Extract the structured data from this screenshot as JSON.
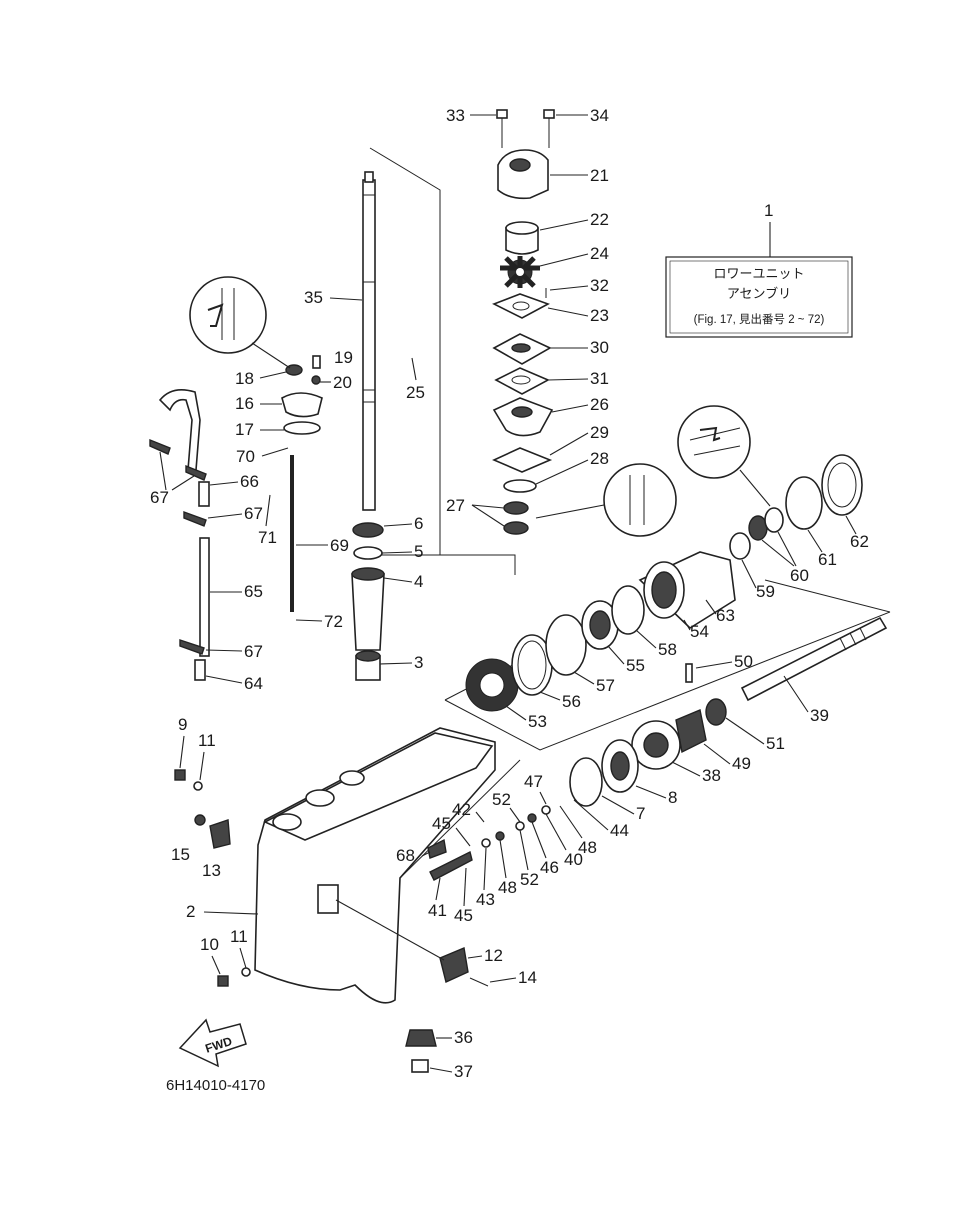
{
  "figure_code": "6H14010-4170",
  "fwd_label": "FWD",
  "assembly_box": {
    "number": "1",
    "line1": "ロワーユニット",
    "line2": "アセンブリ",
    "line3": "(Fig. 17, 見出番号 2 ~ 72)"
  },
  "callouts": [
    {
      "id": "2",
      "label": "2"
    },
    {
      "id": "3",
      "label": "3"
    },
    {
      "id": "4",
      "label": "4"
    },
    {
      "id": "5",
      "label": "5"
    },
    {
      "id": "6",
      "label": "6"
    },
    {
      "id": "7",
      "label": "7"
    },
    {
      "id": "8",
      "label": "8"
    },
    {
      "id": "9",
      "label": "9"
    },
    {
      "id": "10",
      "label": "10"
    },
    {
      "id": "11a",
      "label": "11"
    },
    {
      "id": "11b",
      "label": "11"
    },
    {
      "id": "12",
      "label": "12"
    },
    {
      "id": "13",
      "label": "13"
    },
    {
      "id": "14",
      "label": "14"
    },
    {
      "id": "15",
      "label": "15"
    },
    {
      "id": "16",
      "label": "16"
    },
    {
      "id": "17",
      "label": "17"
    },
    {
      "id": "18",
      "label": "18"
    },
    {
      "id": "19",
      "label": "19"
    },
    {
      "id": "20",
      "label": "20"
    },
    {
      "id": "21",
      "label": "21"
    },
    {
      "id": "22",
      "label": "22"
    },
    {
      "id": "23",
      "label": "23"
    },
    {
      "id": "24",
      "label": "24"
    },
    {
      "id": "25",
      "label": "25"
    },
    {
      "id": "26",
      "label": "26"
    },
    {
      "id": "27",
      "label": "27"
    },
    {
      "id": "28",
      "label": "28"
    },
    {
      "id": "29",
      "label": "29"
    },
    {
      "id": "30",
      "label": "30"
    },
    {
      "id": "31",
      "label": "31"
    },
    {
      "id": "32",
      "label": "32"
    },
    {
      "id": "33",
      "label": "33"
    },
    {
      "id": "34",
      "label": "34"
    },
    {
      "id": "35",
      "label": "35"
    },
    {
      "id": "36",
      "label": "36"
    },
    {
      "id": "37",
      "label": "37"
    },
    {
      "id": "38",
      "label": "38"
    },
    {
      "id": "39",
      "label": "39"
    },
    {
      "id": "40",
      "label": "40"
    },
    {
      "id": "41",
      "label": "41"
    },
    {
      "id": "42",
      "label": "42"
    },
    {
      "id": "43",
      "label": "43"
    },
    {
      "id": "44",
      "label": "44"
    },
    {
      "id": "45a",
      "label": "45"
    },
    {
      "id": "45b",
      "label": "45"
    },
    {
      "id": "46",
      "label": "46"
    },
    {
      "id": "47",
      "label": "47"
    },
    {
      "id": "48a",
      "label": "48"
    },
    {
      "id": "48b",
      "label": "48"
    },
    {
      "id": "49",
      "label": "49"
    },
    {
      "id": "50",
      "label": "50"
    },
    {
      "id": "51",
      "label": "51"
    },
    {
      "id": "52a",
      "label": "52"
    },
    {
      "id": "52b",
      "label": "52"
    },
    {
      "id": "53",
      "label": "53"
    },
    {
      "id": "54",
      "label": "54"
    },
    {
      "id": "55",
      "label": "55"
    },
    {
      "id": "56",
      "label": "56"
    },
    {
      "id": "57",
      "label": "57"
    },
    {
      "id": "58",
      "label": "58"
    },
    {
      "id": "59",
      "label": "59"
    },
    {
      "id": "60",
      "label": "60"
    },
    {
      "id": "61",
      "label": "61"
    },
    {
      "id": "62",
      "label": "62"
    },
    {
      "id": "63",
      "label": "63"
    },
    {
      "id": "64",
      "label": "64"
    },
    {
      "id": "65",
      "label": "65"
    },
    {
      "id": "66",
      "label": "66"
    },
    {
      "id": "67a",
      "label": "67"
    },
    {
      "id": "67b",
      "label": "67"
    },
    {
      "id": "67c",
      "label": "67"
    },
    {
      "id": "68",
      "label": "68"
    },
    {
      "id": "69",
      "label": "69"
    },
    {
      "id": "70",
      "label": "70"
    },
    {
      "id": "71",
      "label": "71"
    },
    {
      "id": "72",
      "label": "72"
    }
  ]
}
